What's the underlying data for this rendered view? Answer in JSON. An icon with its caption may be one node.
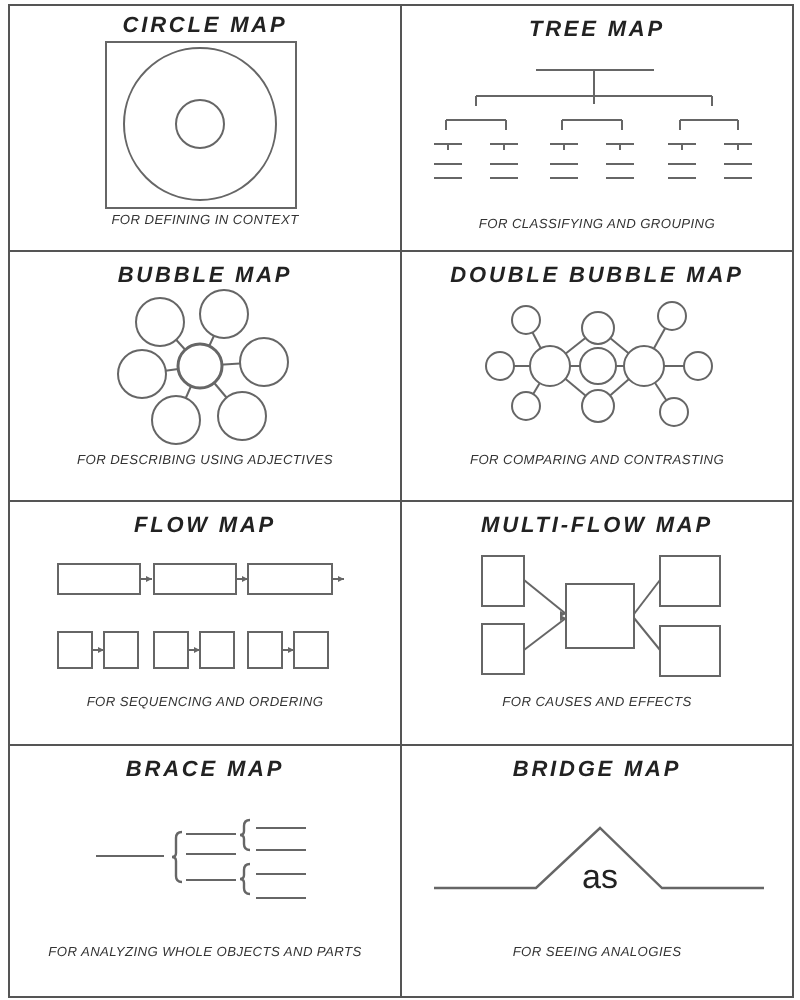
{
  "diagram": {
    "nodes": [
      {
        "text": [
          "CIRCLE MAP",
          "FOR DEFINING IN CONTEXT"
        ]
      },
      {
        "text": [
          "TREE MAP",
          "FOR CLASSIFYING AND GROUPING"
        ]
      },
      {
        "text": [
          "BUBBLE MAP",
          "FOR DESCRIBING USING ADJECTIVES"
        ]
      },
      {
        "text": [
          "DOUBLE BUBBLE MAP",
          "FOR COMPARING AND CONTRASTING"
        ]
      },
      {
        "text": [
          "FLOW MAP",
          "FOR SEQUENCING AND ORDERING"
        ]
      },
      {
        "text": [
          "MULTI-FLOW MAP",
          "FOR CAUSES AND EFFECTS"
        ]
      },
      {
        "text": [
          "BRACE MAP",
          "FOR ANALYZING WHOLE OBJECTS AND PARTS"
        ]
      },
      {
        "text": [
          "BRIDGE MAP",
          "FOR SEEING ANALOGIES"
        ]
      }
    ],
    "labels": [
      "as"
    ]
  }
}
